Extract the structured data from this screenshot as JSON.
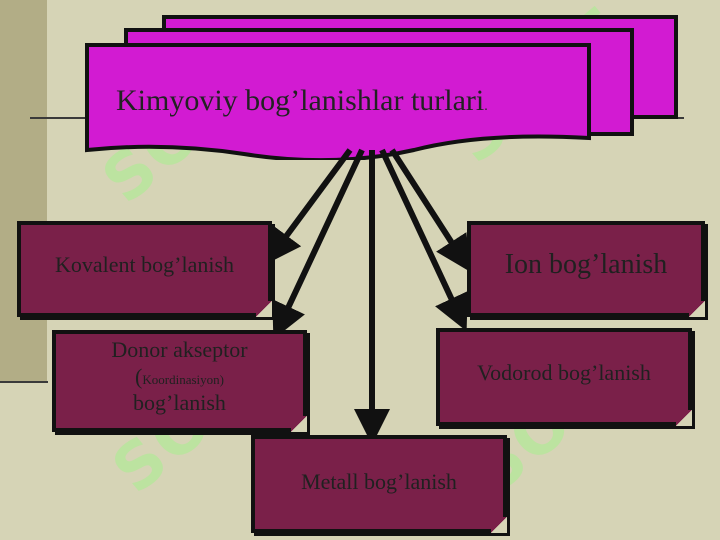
{
  "title": {
    "text": "Kimyoviy bog’lanishlar turlari",
    "suffix": "."
  },
  "boxes": {
    "kovalent": "Kovalent bog’lanish",
    "ion": "Ion bog’lanish",
    "donor_line1": "Donor akseptor",
    "donor_paren_open": "(",
    "donor_paren_inner": "Koordinasiyon)",
    "donor_line3": "bog’lanish",
    "vodorod": "Vodorod bog’lanish",
    "metall": "Metall bog’lanish"
  },
  "watermark": {
    "text": "SOFT"
  },
  "colors": {
    "background": "#d6d4b6",
    "band": "#b2ad86",
    "title_fill": "#d21bd2",
    "box_fill": "#7a2049",
    "watermark": "#8cff78"
  }
}
